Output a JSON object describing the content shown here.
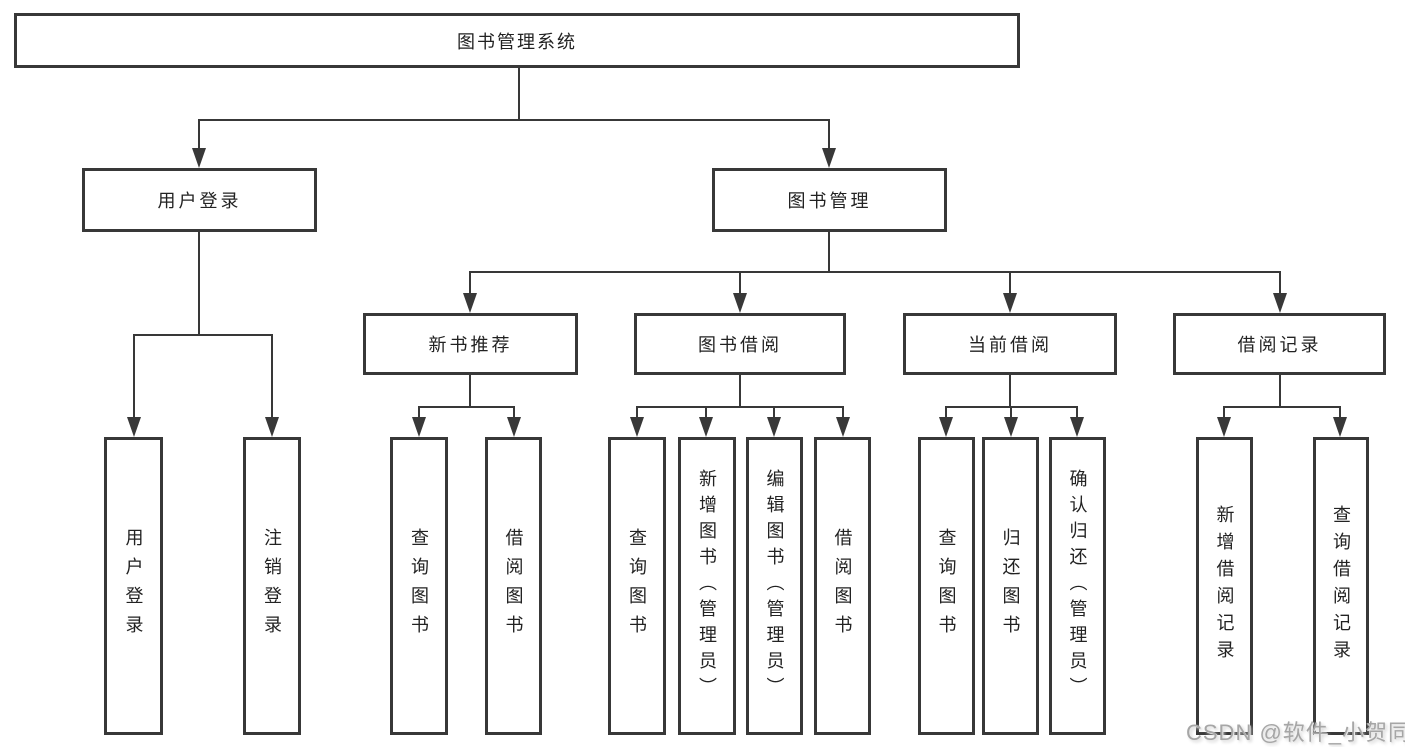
{
  "title": "图书管理系统",
  "tree": {
    "root": "图书管理系统",
    "branches": [
      {
        "label": "用户登录",
        "children": [
          "用户登录",
          "注销登录"
        ]
      },
      {
        "label": "图书管理",
        "groups": [
          {
            "label": "新书推荐",
            "children": [
              "查询图书",
              "借阅图书"
            ]
          },
          {
            "label": "图书借阅",
            "children": [
              "查询图书",
              "新增图书（管理员）",
              "编辑图书（管理员）",
              "借阅图书"
            ]
          },
          {
            "label": "当前借阅",
            "children": [
              "查询图书",
              "归还图书",
              "确认归还（管理员）"
            ]
          },
          {
            "label": "借阅记录",
            "children": [
              "新增借阅记录",
              "查询借阅记录"
            ]
          }
        ]
      }
    ]
  },
  "watermark": "CSDN @软件_小贺同学",
  "colors": {
    "line": "#383838",
    "text": "#222222",
    "watermark": "#a6a6a6",
    "background": "#ffffff"
  }
}
